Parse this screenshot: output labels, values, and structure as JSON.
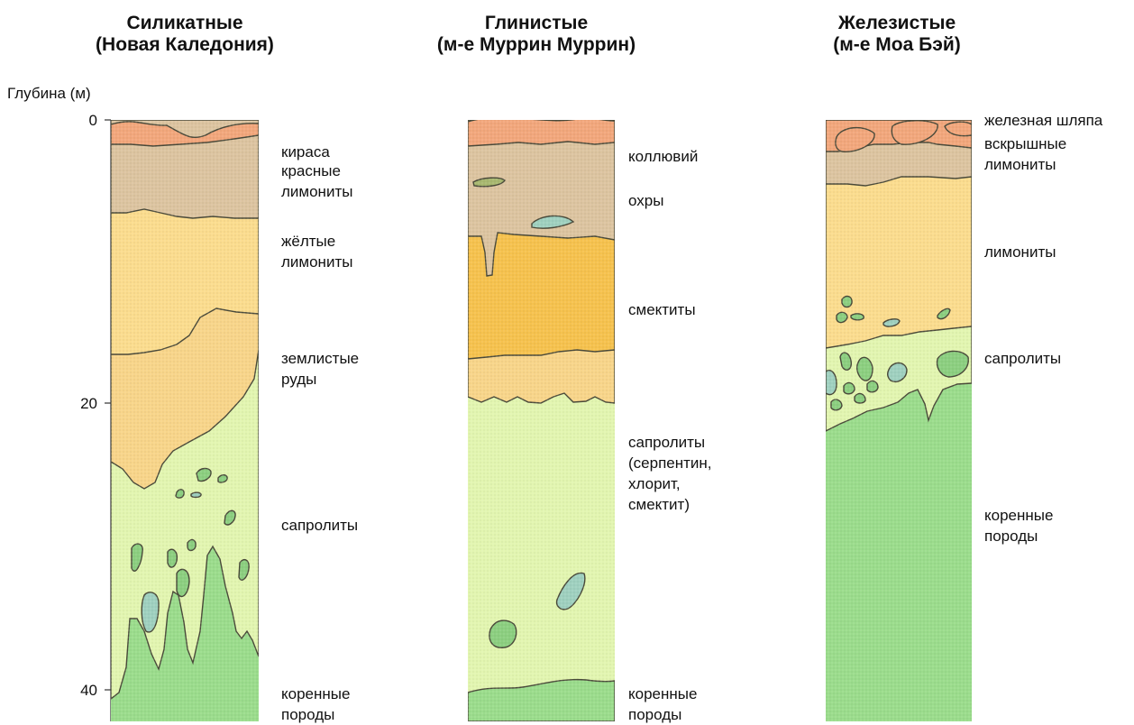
{
  "axis": {
    "title": "Глубина (м)",
    "ticks": [
      "0",
      "20",
      "40"
    ]
  },
  "columns": [
    {
      "title_line1": "Силикатные",
      "title_line2": "(Новая Каледония)",
      "labels": [
        "кираса",
        "красные",
        "лимониты",
        "жёлтые",
        "лимониты",
        "землистые",
        "руды",
        "сапролиты",
        "коренные",
        "породы"
      ]
    },
    {
      "title_line1": "Глинистые",
      "title_line2": "(м-е Муррин Муррин)",
      "labels": [
        "коллювий",
        "охры",
        "смектиты",
        "сапролиты",
        "(серпентин,",
        "хлорит,",
        "смектит)",
        "коренные",
        "породы"
      ]
    },
    {
      "title_line1": "Железистые",
      "title_line2": "(м-е Моа Бэй)",
      "labels": [
        "железная шляпа",
        "вскрышные",
        "лимониты",
        "лимониты",
        "сапролиты",
        "коренные",
        "породы"
      ]
    }
  ],
  "colors": {
    "cap": "#f2a77c",
    "red_limonite": "#dcc4a0",
    "yellow_limonite": "#fbdc8e",
    "earthy": "#f8d58a",
    "smectite": "#f6c24e",
    "saprolite": "#e2f5b0",
    "bedrock": "#9bdc8c",
    "boulder_green": "#8ccf80",
    "boulder_teal": "#9fd0bf",
    "outline": "#4a4a3a"
  }
}
